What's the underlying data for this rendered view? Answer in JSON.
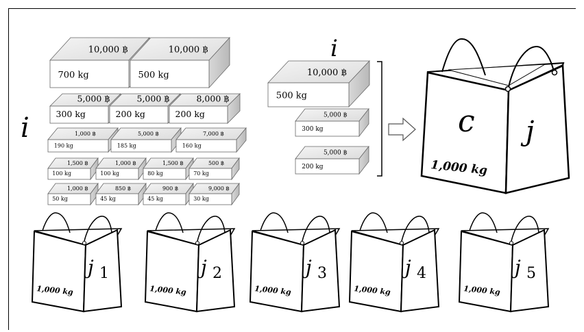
{
  "item_symbol": "i",
  "capacity_symbol": "c",
  "bin_symbol": "j",
  "items_grid": [
    {
      "value": "10,000 ฿",
      "weight": "700 kg"
    },
    {
      "value": "10,000 ฿",
      "weight": "500 kg"
    },
    {
      "value": "5,000 ฿",
      "weight": "300 kg"
    },
    {
      "value": "5,000 ฿",
      "weight": "200 kg"
    },
    {
      "value": "8,000 ฿",
      "weight": "200 kg"
    },
    {
      "value": "1,000 ฿",
      "weight": "190 kg"
    },
    {
      "value": "5,000 ฿",
      "weight": "185 kg"
    },
    {
      "value": "7,000 ฿",
      "weight": "160 kg"
    },
    {
      "value": "1,500 ฿",
      "weight": "100 kg"
    },
    {
      "value": "1,000 ฿",
      "weight": "100 kg"
    },
    {
      "value": "1,500 ฿",
      "weight": "80 kg"
    },
    {
      "value": "500 ฿",
      "weight": "70 kg"
    },
    {
      "value": "1,000 ฿",
      "weight": "50 kg"
    },
    {
      "value": "850 ฿",
      "weight": "45 kg"
    },
    {
      "value": "900 ฿",
      "weight": "45 kg"
    },
    {
      "value": "9,000 ฿",
      "weight": "30 kg"
    }
  ],
  "selected_items": [
    {
      "value": "10,000 ฿",
      "weight": "500 kg"
    },
    {
      "value": "5,000 ฿",
      "weight": "300 kg"
    },
    {
      "value": "5,000 ฿",
      "weight": "200 kg"
    }
  ],
  "main_bag_capacity": "1,000 kg",
  "bags": [
    {
      "sub": "1",
      "capacity": "1,000 kg"
    },
    {
      "sub": "2",
      "capacity": "1,000 kg"
    },
    {
      "sub": "3",
      "capacity": "1,000 kg"
    },
    {
      "sub": "4",
      "capacity": "1,000 kg"
    },
    {
      "sub": "5",
      "capacity": "1,000 kg"
    }
  ]
}
